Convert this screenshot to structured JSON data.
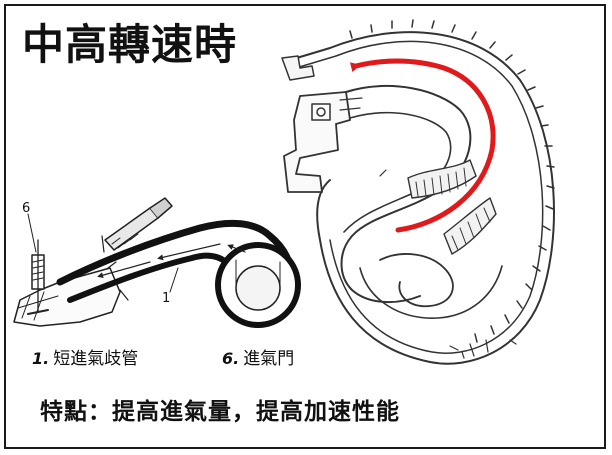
{
  "title": "中高轉速時",
  "diagram_left": {
    "callout_6": "6",
    "callout_1": "1"
  },
  "captions": {
    "item_1_number": "1.",
    "item_1_text": "短進氣歧管",
    "item_6_number": "6.",
    "item_6_text": "進氣門"
  },
  "summary": "特點：提高進氣量，提高加速性能",
  "colors": {
    "flow_arrow": "#e0191b",
    "line": "#222222",
    "border": "#1a1a1a"
  }
}
